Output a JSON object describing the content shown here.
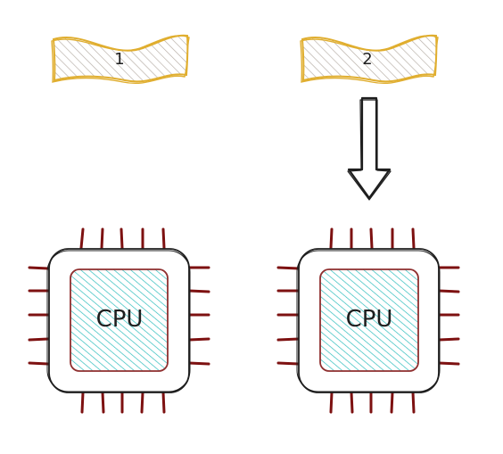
{
  "colors": {
    "background": "#ffffff",
    "ink": "#1e1e1e",
    "flag_border": "#e0ae2f",
    "flag_hatch": "#b5aca4",
    "chip_pins": "#7d1111",
    "die_border": "#8f2f2f",
    "die_hatch": "#2fbdbd"
  },
  "flags": [
    {
      "label": "1",
      "icon": "ribbon-banner"
    },
    {
      "label": "2",
      "icon": "ribbon-banner"
    }
  ],
  "arrow": {
    "icon": "down-arrow",
    "direction": "down"
  },
  "chips": [
    {
      "label": "CPU",
      "icon": "cpu-chip-icon"
    },
    {
      "label": "CPU",
      "icon": "cpu-chip-icon"
    }
  ]
}
